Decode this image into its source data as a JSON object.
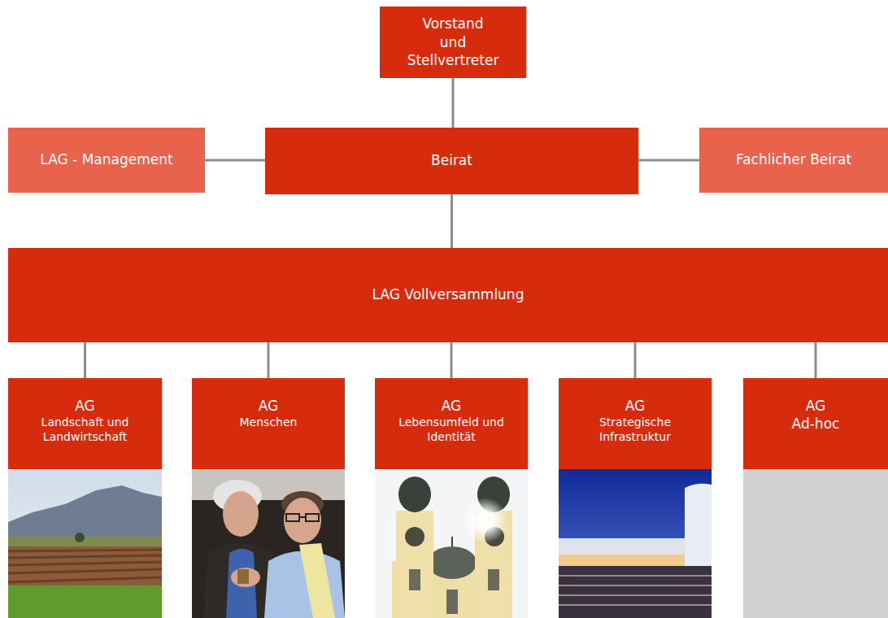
{
  "diagram": {
    "nodes": [
      {
        "text": [
          "Vorstand und Stellvertreter"
        ]
      },
      {
        "text": [
          "LAG - Management"
        ]
      },
      {
        "text": [
          "Beirat"
        ]
      },
      {
        "text": [
          "Fachlicher Beirat"
        ]
      },
      {
        "text": [
          "LAG Vollversammlung"
        ]
      },
      {
        "text": [
          "AG",
          "Landschaft und Landwirtschaft"
        ]
      },
      {
        "text": [
          "AG",
          "Menschen"
        ]
      },
      {
        "text": [
          "AG",
          "Lebensumfeld und Identität"
        ]
      },
      {
        "text": [
          "AG",
          "Strategische Infrastruktur"
        ]
      },
      {
        "text": [
          "AG",
          "Ad-hoc"
        ]
      }
    ],
    "edges": [
      {
        "from": 0,
        "to": 2,
        "arrow": "none"
      },
      {
        "from": 2,
        "to": 1,
        "arrow": "none"
      },
      {
        "from": 2,
        "to": 3,
        "arrow": "none"
      },
      {
        "from": 2,
        "to": 4,
        "arrow": "none"
      },
      {
        "from": 4,
        "to": 5,
        "arrow": "none"
      },
      {
        "from": 4,
        "to": 6,
        "arrow": "none"
      },
      {
        "from": 4,
        "to": 7,
        "arrow": "none"
      },
      {
        "from": 4,
        "to": 8,
        "arrow": "none"
      },
      {
        "from": 4,
        "to": 9,
        "arrow": "none"
      }
    ]
  }
}
